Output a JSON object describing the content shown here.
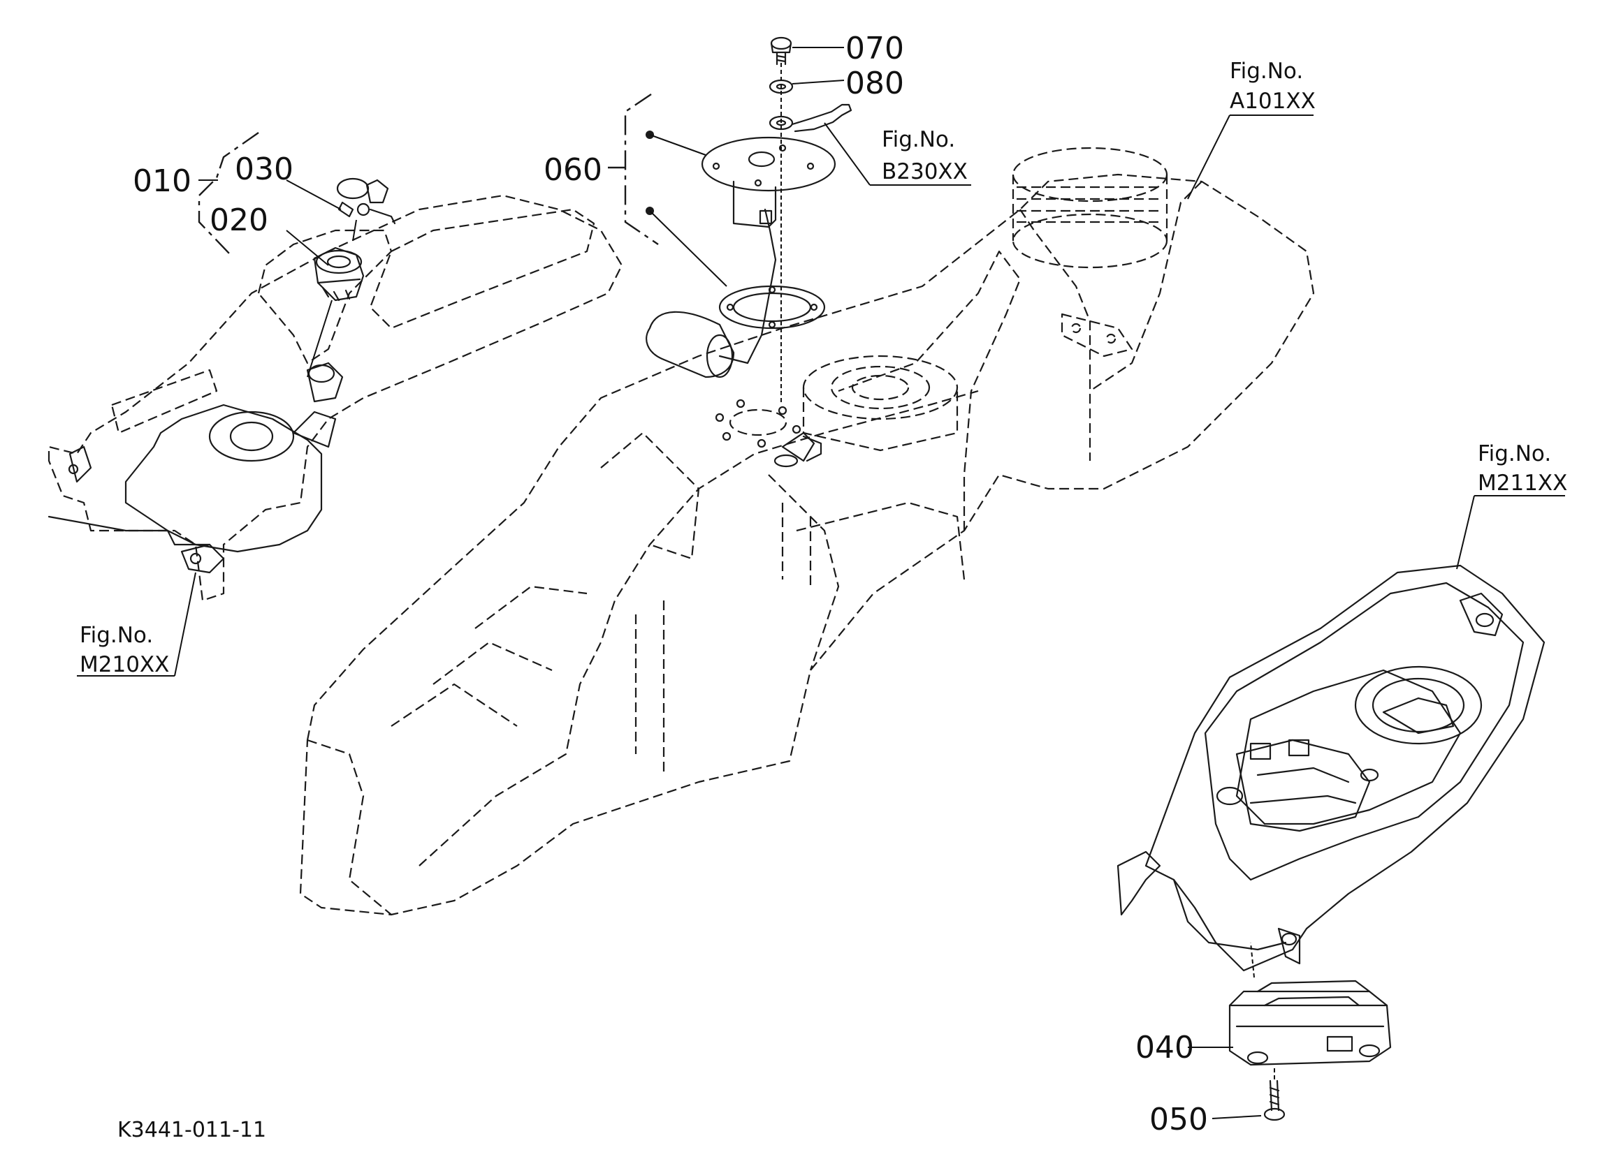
{
  "callouts": {
    "p010": "010",
    "p020": "020",
    "p030": "030",
    "p040": "040",
    "p050": "050",
    "p060": "060",
    "p070": "070",
    "p080": "080"
  },
  "fig_refs": {
    "a101": {
      "line1": "Fig.No.",
      "line2": "A101XX"
    },
    "b230": {
      "line1": "Fig.No.",
      "line2": "B230XX"
    },
    "m210": {
      "line1": "Fig.No.",
      "line2": "M210XX"
    },
    "m211": {
      "line1": "Fig.No.",
      "line2": "M211XX"
    }
  },
  "drawing_code": "K3441-011-11"
}
